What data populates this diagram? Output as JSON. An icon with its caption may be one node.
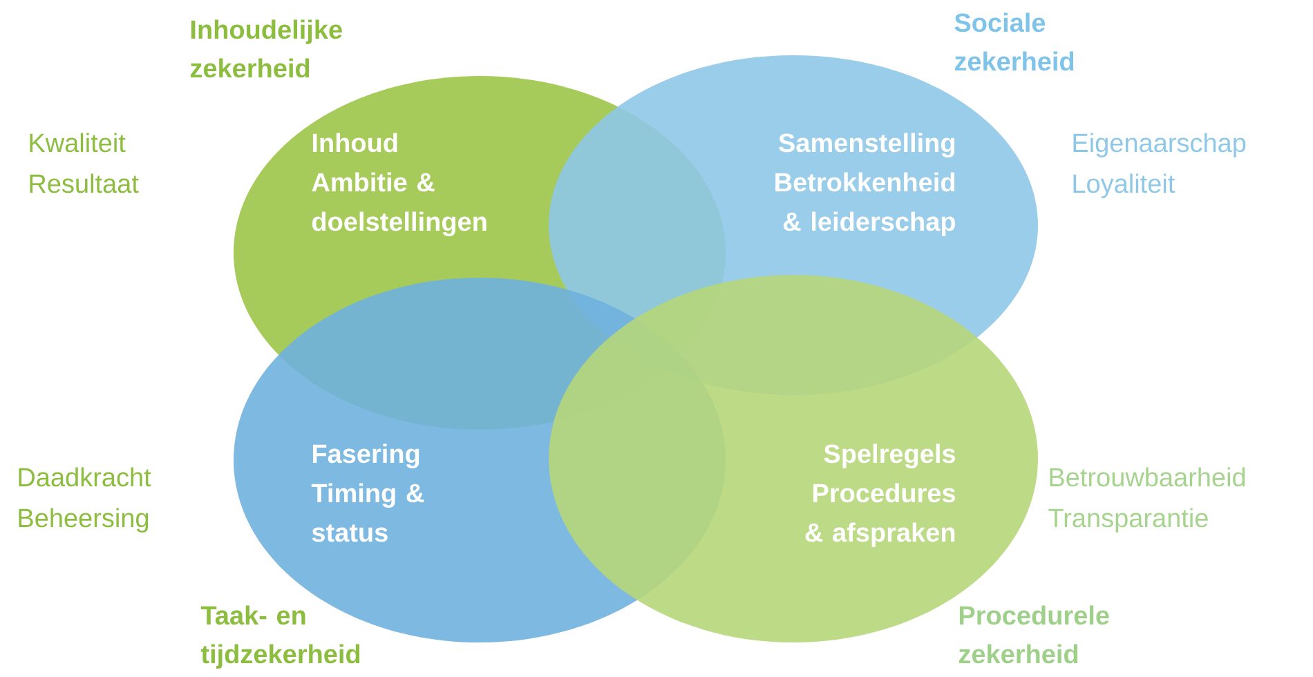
{
  "diagram": {
    "nodes": [
      {
        "text": [
          "Inhoudelijke zekerheid",
          "Inhoud",
          "Ambitie & doelstellingen"
        ],
        "beside": [
          "Kwaliteit",
          "Resultaat"
        ]
      },
      {
        "text": [
          "Sociale zekerheid",
          "Samenstelling",
          "Betrokkenheid & leiderschap"
        ],
        "beside": [
          "Eigenaarschap",
          "Loyaliteit"
        ]
      },
      {
        "text": [
          "Fasering",
          "Timing & status",
          "Taak- en tijdzekerheid"
        ],
        "beside": [
          "Daadkracht",
          "Beheersing"
        ]
      },
      {
        "text": [
          "Spelregels",
          "Procedures & afspraken",
          "Procedurele zekerheid"
        ],
        "beside": [
          "Betrouwbaarheid",
          "Transparantie"
        ]
      }
    ]
  }
}
